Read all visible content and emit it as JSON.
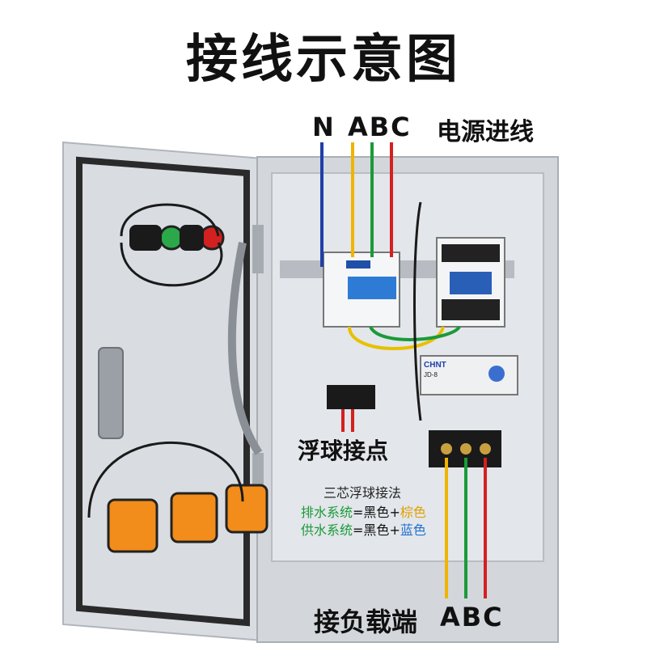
{
  "title": "接线示意图",
  "labels": {
    "n": "N",
    "abc_top": "ABC",
    "power_in": "电源进线",
    "float_contact": "浮球接点",
    "load_end": "接负载端",
    "abc_bottom": "ABC"
  },
  "note": {
    "title": "三芯浮球接法",
    "drain_label": "排水系统",
    "supply_label": "供水系统",
    "eq": "=",
    "black": "黑色",
    "plus": "+",
    "brown": "棕色",
    "blue": "蓝色"
  },
  "device_text": {
    "brand": "CHNT",
    "relay_model": "JD-8"
  },
  "colors": {
    "neutral": "#1f3fa8",
    "phase_a": "#f0b400",
    "phase_b": "#1a9a3a",
    "phase_c": "#d42020",
    "cabinet": "#d7dbe0"
  }
}
